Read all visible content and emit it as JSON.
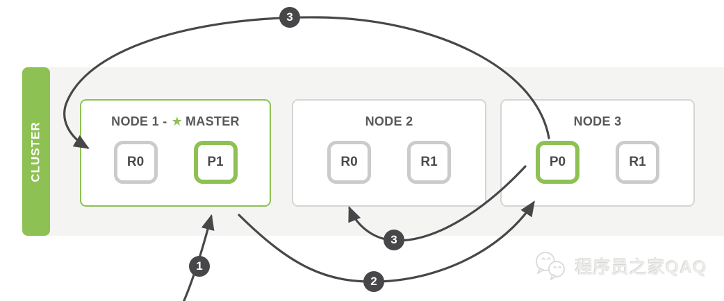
{
  "diagram_title": "Elasticsearch cluster shard allocation diagram",
  "colors": {
    "green_accent": "#8dc153",
    "band_background": "#f4f4f2",
    "node_border_gray": "#d5d5d3",
    "shard_border_gray": "#cbcbca",
    "text_dark": "#57585a",
    "arrow_dark": "#47474a",
    "badge_background": "#47474a",
    "watermark_gray": "#e8e8e6"
  },
  "cluster": {
    "label": "CLUSTER"
  },
  "icons": {
    "master_star": "★",
    "chat_bubbles": "chat-bubbles-logo"
  },
  "nodes": [
    {
      "title": "NODE 1 -",
      "master_label": "MASTER",
      "is_master": true,
      "shards": [
        {
          "label": "R0",
          "type": "replica"
        },
        {
          "label": "P1",
          "type": "primary"
        }
      ]
    },
    {
      "title": "NODE 2",
      "is_master": false,
      "shards": [
        {
          "label": "R0",
          "type": "replica"
        },
        {
          "label": "R1",
          "type": "replica"
        }
      ]
    },
    {
      "title": "NODE 3",
      "is_master": false,
      "shards": [
        {
          "label": "P0",
          "type": "primary"
        },
        {
          "label": "R1",
          "type": "replica"
        }
      ]
    }
  ],
  "step_badges": [
    {
      "step": "3",
      "position": "top-arc",
      "description": "arrow from P0 (node 3) to R0 (node 1)"
    },
    {
      "step": "1",
      "position": "bottom-left",
      "description": "arrow into P1 (node 1)"
    },
    {
      "step": "2",
      "position": "bottom-middle",
      "description": "arrow from node 1 to P0 (node 3)"
    },
    {
      "step": "3",
      "position": "middle",
      "description": "arrow from P0 (node 3) to R0 (node 2)"
    }
  ],
  "watermark": {
    "text": "程序员之家QAQ"
  }
}
